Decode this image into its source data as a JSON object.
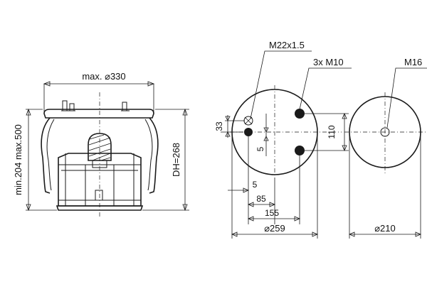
{
  "side_view": {
    "max_diameter_label": "max. ⌀330",
    "height_range_label": "min.204 max.500",
    "design_height_label": "DH=268"
  },
  "top_view": {
    "air_connection_label": "M22x1.5",
    "studs_label": "3x M10",
    "dim_33": "33",
    "dim_5_vertical": "5",
    "dim_110": "110",
    "dim_5_horizontal": "5",
    "dim_85": "85",
    "dim_155": "155",
    "diameter_label": "⌀259"
  },
  "bottom_view": {
    "bolt_label": "M16",
    "diameter_label": "⌀210"
  },
  "colors": {
    "line": "#1a1a1a",
    "shade": "#d9d9d9",
    "background": "#ffffff"
  }
}
